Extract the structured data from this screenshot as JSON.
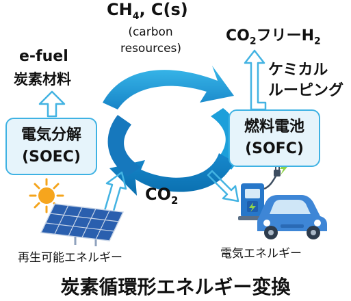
{
  "top_product": {
    "formula_main": "CH",
    "formula_sub": "4",
    "formula_rest": ", C(s)",
    "note_line1": "(carbon",
    "note_line2": "resources)"
  },
  "right_product": {
    "main": "CO",
    "sub": "2",
    "rest": "フリーH",
    "sub2": "2"
  },
  "chemical_looping": {
    "line1": "ケミカル",
    "line2": "ルーピング"
  },
  "left_product": {
    "line1": "e-fuel",
    "line2": "炭素材料"
  },
  "electrolysis_box": {
    "line1": "電気分解",
    "line2": "(SOEC)"
  },
  "fuelcell_box": {
    "line1": "燃料電池",
    "line2": "(SOFC)"
  },
  "co2_label": {
    "main": "CO",
    "sub": "2"
  },
  "renewable_label": "再生可能エネルギー",
  "electric_label": "電気エネルギー",
  "main_title": "炭素循環形エネルギー変換",
  "colors": {
    "cycle": "#1c9fda",
    "cycle_dark": "#0a76b3",
    "box_fill": "#e6f4fb",
    "box_border": "#3fb2e3",
    "outline_arrow": "#43b3e2"
  }
}
